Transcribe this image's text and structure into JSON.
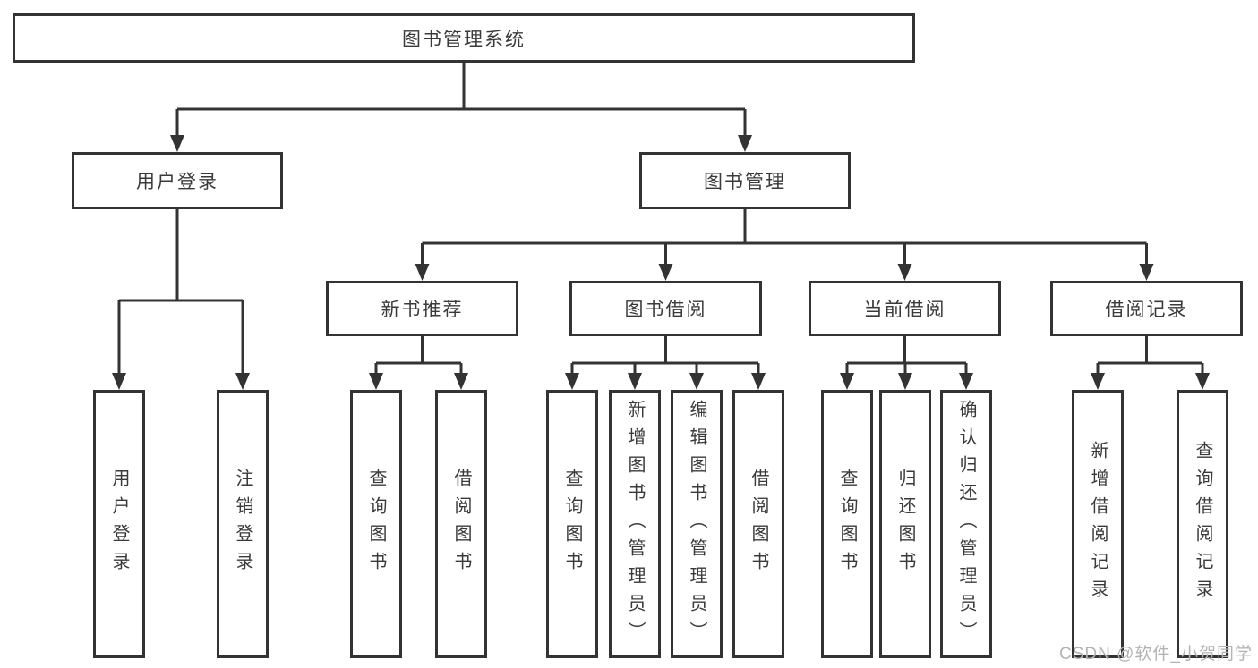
{
  "tree": {
    "label": "图书管理系统",
    "children": [
      {
        "label": "用户登录",
        "children": [
          {
            "label": "用户登录"
          },
          {
            "label": "注销登录"
          }
        ]
      },
      {
        "label": "图书管理",
        "children": [
          {
            "label": "新书推荐",
            "children": [
              {
                "label": "查询图书"
              },
              {
                "label": "借阅图书"
              }
            ]
          },
          {
            "label": "图书借阅",
            "children": [
              {
                "label": "查询图书"
              },
              {
                "label": "新增图书（管理员）"
              },
              {
                "label": "编辑图书（管理员）"
              },
              {
                "label": "借阅图书"
              }
            ]
          },
          {
            "label": "当前借阅",
            "children": [
              {
                "label": "查询图书"
              },
              {
                "label": "归还图书"
              },
              {
                "label": "确认归还（管理员）"
              }
            ]
          },
          {
            "label": "借阅记录",
            "children": [
              {
                "label": "新增借阅记录"
              },
              {
                "label": "查询借阅记录"
              }
            ]
          }
        ]
      }
    ]
  },
  "watermark": "CSDN @软件_小贺同学",
  "colors": {
    "line": "#333333",
    "text": "#3a3a3a",
    "watermark": "#b3b3b3",
    "background": "#ffffff"
  }
}
